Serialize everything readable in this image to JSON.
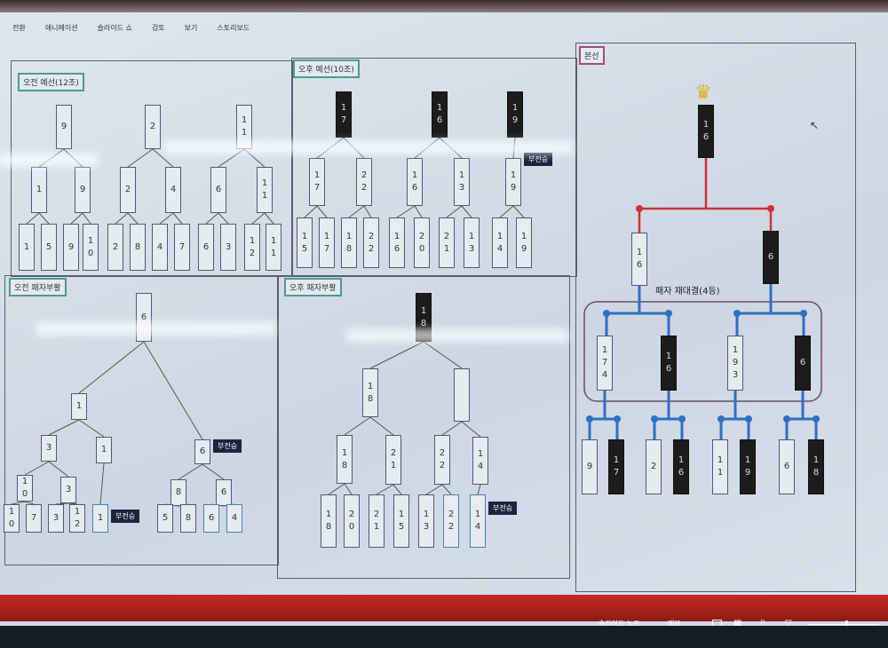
{
  "menu": [
    "전환",
    "애니메이션",
    "슬라이드 쇼",
    "검토",
    "보기",
    "스토리보드"
  ],
  "bye_label": "부전승",
  "am_prelim": {
    "title": "오전 예선(12조)",
    "top": [
      "9",
      "2",
      "11"
    ],
    "mid": [
      "1",
      "9",
      "2",
      "4",
      "6",
      "11"
    ],
    "leaves": [
      "1",
      "5",
      "9",
      "10",
      "2",
      "8",
      "4",
      "7",
      "6",
      "3",
      "12",
      "11"
    ]
  },
  "pm_prelim": {
    "title": "오후 예선(10조)",
    "top": [
      "17",
      "16",
      "19"
    ],
    "mid": [
      "17",
      "22",
      "16",
      "13",
      "19"
    ],
    "leaves": [
      "15",
      "17",
      "18",
      "22",
      "16",
      "20",
      "21",
      "13",
      "14",
      "19"
    ]
  },
  "am_repechage": {
    "title": "오전 패자부활",
    "nodes": [
      "6",
      "1",
      "6",
      "3",
      "1",
      "8",
      "6",
      "10",
      "3"
    ],
    "leaves": [
      "10",
      "7",
      "3",
      "12",
      "1",
      "5",
      "8",
      "6",
      "4"
    ]
  },
  "pm_repechage": {
    "title": "오후 패자부활",
    "nodes": [
      "18",
      "18",
      "",
      "18",
      "21",
      "22",
      "14"
    ],
    "leaves": [
      "18",
      "20",
      "21",
      "15",
      "13",
      "22",
      "14"
    ]
  },
  "finals": {
    "title": "본선",
    "champion": "16",
    "final": [
      "16",
      "6"
    ],
    "rematch_label": "패자 재대결(4등)",
    "semis": [
      "174",
      "16",
      "193",
      "6"
    ],
    "quarters": [
      "9",
      "17",
      "2",
      "16",
      "11",
      "19",
      "6",
      "18"
    ]
  },
  "taskbar": {
    "notes": "슬라이드 노트",
    "comments": "메모"
  },
  "colors": {
    "winner": "#1c1c1c",
    "finals_top_lines": "#d0303a",
    "finals_lower_lines": "#2f6fc4",
    "taskbar": "#c22a26"
  }
}
